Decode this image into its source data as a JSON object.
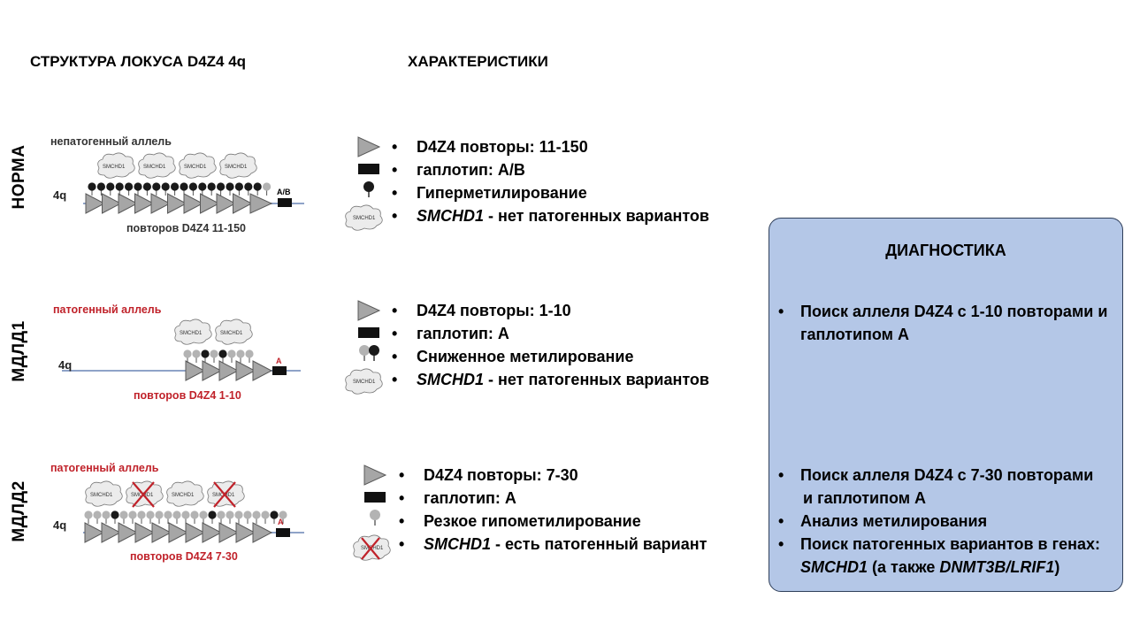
{
  "headings": {
    "structure": "СТРУКТУРА ЛОКУСА D4Z4 4q",
    "characteristics": "ХАРАКТЕРИСТИКИ"
  },
  "rows": [
    {
      "label": "НОРМА",
      "allele_note": "непатогенный аллель",
      "locus": "4q",
      "haplotype_tag": "A/B",
      "repeats_note": "повторов D4Z4 11-150",
      "cloud_label": "SMCHD1",
      "characteristics": {
        "repeats": "D4Z4 повторы: 11-150",
        "haplotype": "гаплотип: A/B",
        "methylation": "Гиперметилирование",
        "smchd1_gene": "SMCHD1",
        "smchd1_rest": " - нет патогенных вариантов"
      }
    },
    {
      "label": "МДЛД1",
      "allele_note": "патогенный аллель",
      "locus": "4q",
      "haplotype_tag": "A",
      "repeats_note": "повторов D4Z4 1-10",
      "cloud_label": "SMCHD1",
      "characteristics": {
        "repeats": "D4Z4 повторы: 1-10",
        "haplotype": "гаплотип: A",
        "methylation": "Сниженное метилирование",
        "smchd1_gene": "SMCHD1",
        "smchd1_rest": " - нет патогенных вариантов"
      }
    },
    {
      "label": "МДЛД2",
      "allele_note": "патогенный аллель",
      "locus": "4q",
      "haplotype_tag": "A",
      "repeats_note": "повторов D4Z4 7-30",
      "cloud_label": "SMCHD1",
      "characteristics": {
        "repeats": "D4Z4 повторы: 7-30",
        "haplotype": "гаплотип: A",
        "methylation": "Резкое гипометилирование",
        "smchd1_gene": "SMCHD1",
        "smchd1_rest": " - есть патогенный вариант"
      }
    }
  ],
  "diagnostics": {
    "title": "ДИАГНОСТИКА",
    "fshd1_items": [
      "Поиск аллеля D4Z4 с 1-10 повторами и гаплотипом A"
    ],
    "fshd2_item1_line1": "Поиск аллеля D4Z4 с 7-30 повторами",
    "fshd2_item1_line2": "и гаплотипом A",
    "fshd2_item2": "Анализ метилирования",
    "fshd2_item3": "Поиск патогенных вариантов в генах:",
    "fshd2_item3_gene1": "SMCHD1",
    "fshd2_item3_mid": " (а также ",
    "fshd2_item3_gene2": "DNMT3B/LRIF1",
    "fshd2_item3_end": ")"
  },
  "colors": {
    "triangle_fill": "#a6a6a6",
    "triangle_stroke": "#595959",
    "methyl_full": "#1a1a1a",
    "methyl_low": "#b3b3b3",
    "chromosome_line": "#8fa3c8",
    "pathogenic_text": "#c0222a",
    "diag_box": "#b4c7e7",
    "cross": "#c0222a"
  }
}
